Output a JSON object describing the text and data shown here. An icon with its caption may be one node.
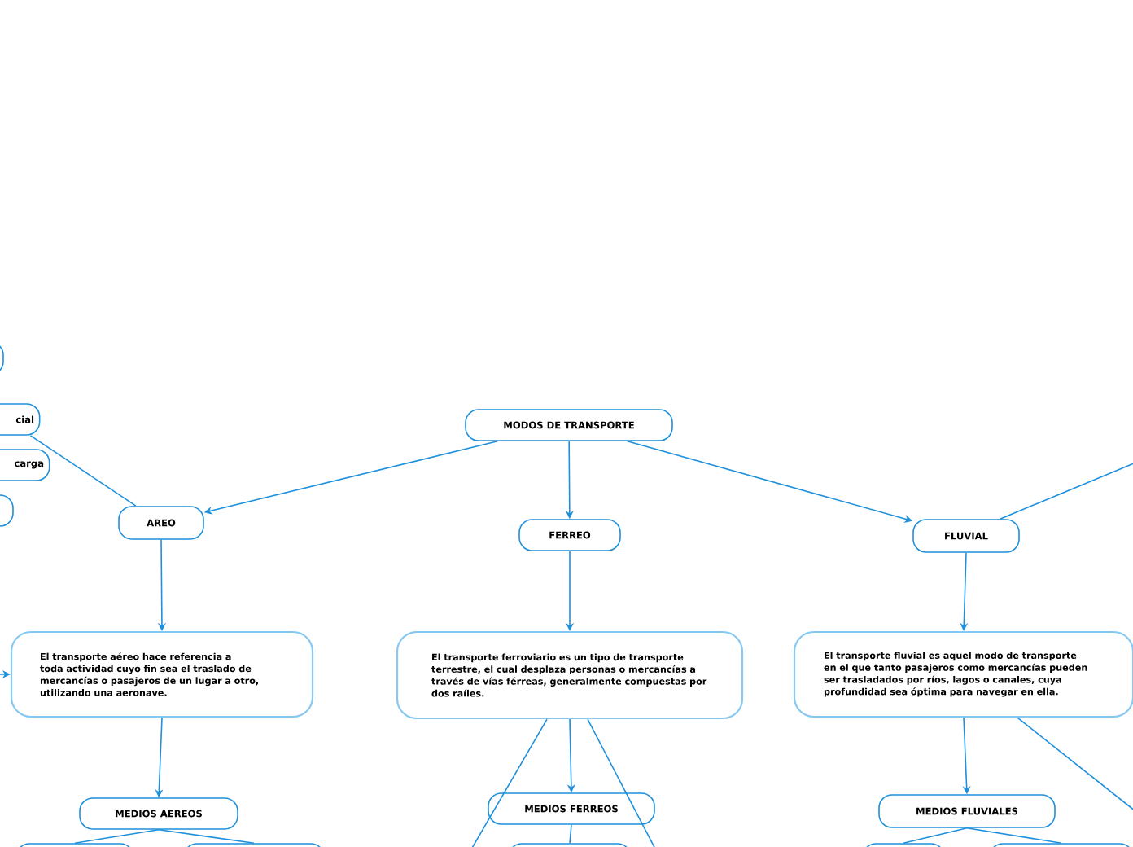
{
  "diagram": {
    "nodes": [
      {
        "text": [
          "MODOS DE TRANSPORTE"
        ]
      },
      {
        "text": [
          "AREO"
        ]
      },
      {
        "text": [
          "FERREO"
        ]
      },
      {
        "text": [
          "FLUVIAL"
        ]
      },
      {
        "text": [
          "El transporte aéreo hace referencia a toda actividad cuyo fin sea el traslado de mercancías o pasajeros de un lugar a otro, utilizando una aeronave."
        ]
      },
      {
        "text": [
          "El transporte ferroviario es un tipo de transporte terrestre, el cual desplaza personas o mercancías a través de vías férreas, generalmente compuestas por dos raíles."
        ]
      },
      {
        "text": [
          "El transporte fluvial es aquel modo de transporte en el que tanto pasajeros como mercancías pueden ser trasladados por ríos, lagos o canales, cuya profundidad sea óptima para navegar en ella."
        ]
      },
      {
        "text": [
          "MEDIOS AEREOS"
        ]
      },
      {
        "text": [
          "MEDIOS FERREOS"
        ]
      },
      {
        "text": [
          "MEDIOS FLUVIALES"
        ]
      },
      {
        "text": [
          "cial"
        ]
      },
      {
        "text": [
          "carga"
        ]
      },
      {
        "text": [],
        "shape": "box"
      },
      {
        "text": [],
        "shape": "box"
      },
      {
        "text": [],
        "shape": "box"
      },
      {
        "text": [],
        "shape": "box"
      },
      {
        "text": [],
        "shape": "box"
      },
      {
        "text": [],
        "shape": "box"
      },
      {
        "text": [],
        "shape": "box"
      }
    ],
    "edges": [
      {
        "from": 0,
        "to": 1,
        "arrow": "to"
      },
      {
        "from": 0,
        "to": 2,
        "arrow": "to"
      },
      {
        "from": 0,
        "to": 3,
        "arrow": "to"
      },
      {
        "from": 1,
        "to": 4,
        "arrow": "to"
      },
      {
        "from": 2,
        "to": 5,
        "arrow": "to"
      },
      {
        "from": 3,
        "to": 6,
        "arrow": "to"
      },
      {
        "from": 4,
        "to": 7,
        "arrow": "to"
      },
      {
        "from": 5,
        "to": 8,
        "arrow": "to"
      },
      {
        "from": 6,
        "to": 9,
        "arrow": "to"
      },
      {
        "from": 10,
        "to": 1,
        "arrow": "none"
      },
      {
        "from": 3,
        "to": null,
        "arrow": "none"
      },
      {
        "from": null,
        "to": 4,
        "arrow": "to"
      },
      {
        "from": 5,
        "to": null,
        "arrow": "none"
      },
      {
        "from": 5,
        "to": null,
        "arrow": "none"
      },
      {
        "from": 6,
        "to": null,
        "arrow": "none"
      },
      {
        "from": 7,
        "to": 14,
        "arrow": "none"
      },
      {
        "from": 7,
        "to": 15,
        "arrow": "none"
      },
      {
        "from": 8,
        "to": 16,
        "arrow": "none"
      },
      {
        "from": 9,
        "to": 17,
        "arrow": "none"
      },
      {
        "from": 9,
        "to": 18,
        "arrow": "none"
      }
    ]
  }
}
